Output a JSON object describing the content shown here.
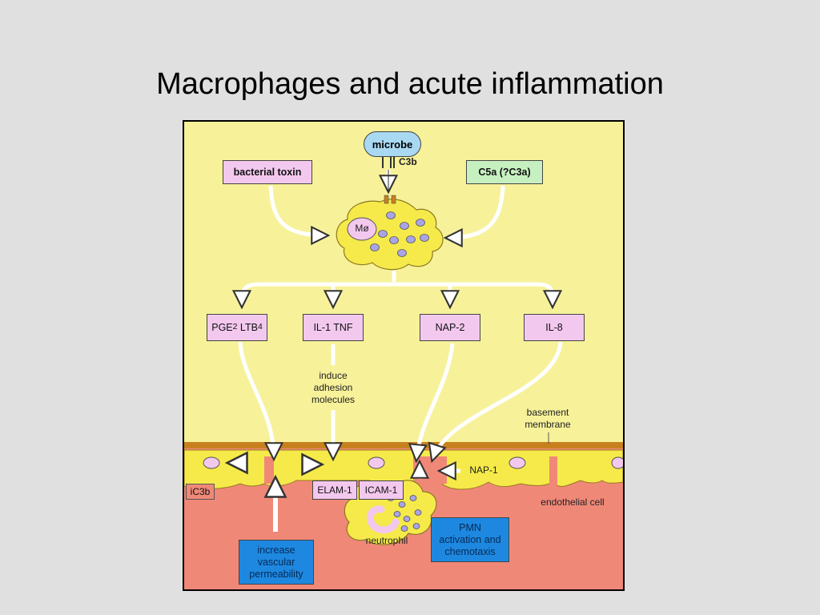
{
  "slide": {
    "title": "Macrophages and acute inflammation"
  },
  "diagram": {
    "microbe": "microbe",
    "c3b": "C3b",
    "bacterial_toxin": "bacterial toxin",
    "c5a": "C5a (?C3a)",
    "macrophage": "Mø",
    "mediators": {
      "pge": "PGE",
      "pge_sub": "2",
      "ltb": " LTB",
      "ltb_sub": "4",
      "il1_tnf": "IL-1 TNF",
      "nap2": "NAP-2",
      "il8": "IL-8"
    },
    "induce_adhesion": [
      "induce",
      "adhesion",
      "molecules"
    ],
    "basement_membrane": [
      "basement",
      "membrane"
    ],
    "nap1": "NAP-1",
    "ic3b": "iC3b",
    "elam1": "ELAM-1",
    "icam1": "ICAM-1",
    "endothelial_cell": "endothelial cell",
    "neutrophil": "neutrophil",
    "increase_permeability": [
      "increase",
      "vascular",
      "permeability"
    ],
    "pmn_activation": [
      "PMN",
      "activation and",
      "chemotaxis"
    ]
  },
  "colors": {
    "background": "#e0e0e0",
    "panel_yellow": "#f7f19a",
    "endothelium_pink": "#f08878",
    "cell_yellow": "#f5ea4a",
    "membrane_orange": "#c8801e",
    "label_pink": "#f3c8ee",
    "label_green": "#c7f0c0",
    "label_blue": "#1e88e0",
    "granule_purple": "#a9a3e8"
  }
}
